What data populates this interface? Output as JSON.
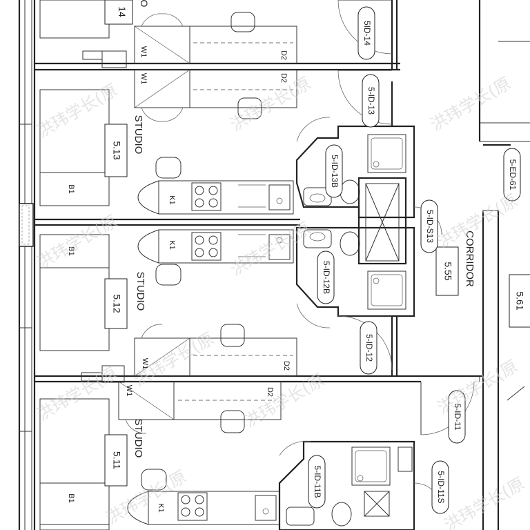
{
  "rooms": [
    {
      "id": "room-5-14",
      "number": "14",
      "name": "O"
    },
    {
      "id": "room-5-13",
      "number": "5.13",
      "name": "STUDIO"
    },
    {
      "id": "room-5-12",
      "number": "5.12",
      "name": "STUDIO"
    },
    {
      "id": "room-5-11",
      "number": "5.11",
      "name": "STUDIO"
    },
    {
      "id": "corridor",
      "number": "5.55",
      "name": "CORRIDOR"
    },
    {
      "id": "room-5-61",
      "number": "5.61",
      "name": ""
    }
  ],
  "doors": {
    "d1": "5ID-14",
    "d2": "5-ID-13",
    "d3": "5-ID-13B",
    "d4": "5-ID-S13",
    "d5": "5-ID-12B",
    "d6": "5-ID-12",
    "d7": "5-ID-11",
    "d8": "5-ID-11B",
    "d9": "5-ID-11S",
    "d10": "5-ED-61"
  },
  "furniture": {
    "w1": "W1",
    "d2": "D2",
    "k1": "K1",
    "b1": "B1"
  },
  "watermark": "洪玮学长(原"
}
